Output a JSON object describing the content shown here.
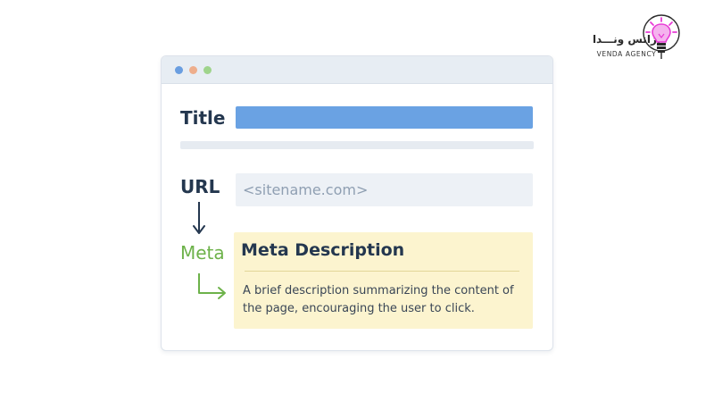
{
  "brand": {
    "name_fa": "آژانس ونـــدا",
    "name_en": "VENDA AGENCY"
  },
  "window": {
    "title_label": "Title",
    "url_label": "URL",
    "url_placeholder": "<sitename.com>",
    "meta_label": "Meta",
    "meta_heading": "Meta Description",
    "meta_text": "A brief description summarizing the content of the page, encouraging the user to click."
  },
  "colors": {
    "title_bar": "#6aa2e3",
    "meta_label": "#6db24a",
    "meta_box": "#fcf4cf",
    "heading": "#24374f",
    "logo_bulb": "#e83bd6"
  }
}
